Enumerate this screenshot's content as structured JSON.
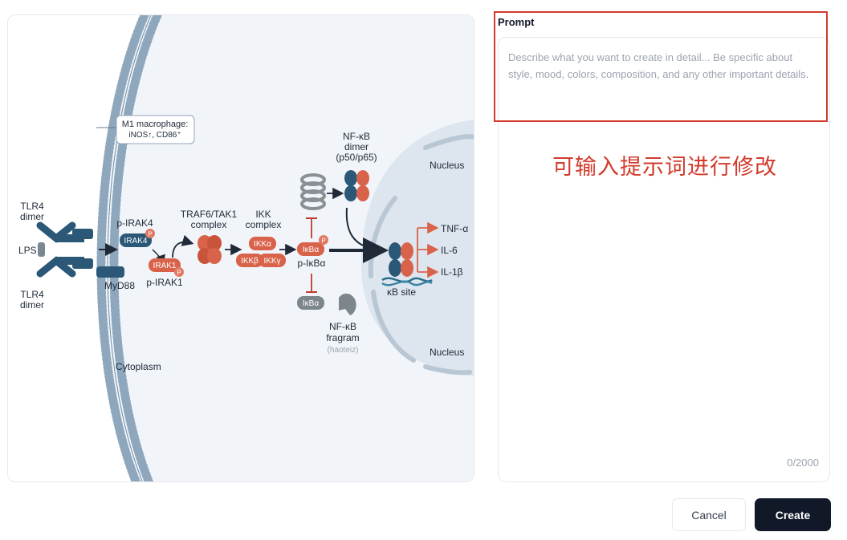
{
  "prompt": {
    "label": "Prompt",
    "placeholder": "Describe what you want to create in detail... Be specific about style, mood, colors, composition, and any other important details.",
    "value": "",
    "char_count": "0/2000"
  },
  "annotation": {
    "note": "可输入提示词进行修改",
    "color": "#d23a2b"
  },
  "actions": {
    "cancel": "Cancel",
    "create": "Create"
  },
  "illustration": {
    "m1_line1": "M1 macrophage:",
    "m1_line2": "iNOS↑, CD86⁺",
    "tlr4_top_1": "TLR4",
    "tlr4_top_2": "dimer",
    "lps": "LPS",
    "tlr4_bot_1": "TLR4",
    "tlr4_bot_2": "dimer",
    "myd88": "MyD88",
    "p_irak4": "p-IRAK4",
    "irak4": "IRAK4",
    "irak1": "IRAK1",
    "p_irak1": "p-IRAK1",
    "traf6_1": "TRAF6/TAK1",
    "traf6_2": "complex",
    "ikk_1": "IKK",
    "ikk_2": "complex",
    "ikka": "IKKα",
    "ikkb": "IKKβ",
    "ikkg": "IKKγ",
    "ikba": "IκBα",
    "p_ikba": "p-IκBα",
    "ikba_grey": "IκBα",
    "nfkb_1": "NF-κB",
    "nfkb_2": "dimer",
    "nfkb_3": "(p50/p65)",
    "frag_1": "NF-κB",
    "frag_2": "fragram",
    "frag_3": "(haoteiz)",
    "p": "P",
    "nucleus_top": "Nucleus",
    "nucleus_bottom": "Nucleus",
    "tnf": "TNF-α",
    "il6": "IL-6",
    "il1": "IL-1β",
    "kb_site": "κB site",
    "cytoplasm": "Cytoplasm"
  },
  "colors": {
    "accent_dark": "#111827",
    "protein_blue": "#2b5876",
    "protein_orange": "#d9634a",
    "membrane": "#6b8aa6",
    "nucleus_fill": "#dde6ee"
  }
}
